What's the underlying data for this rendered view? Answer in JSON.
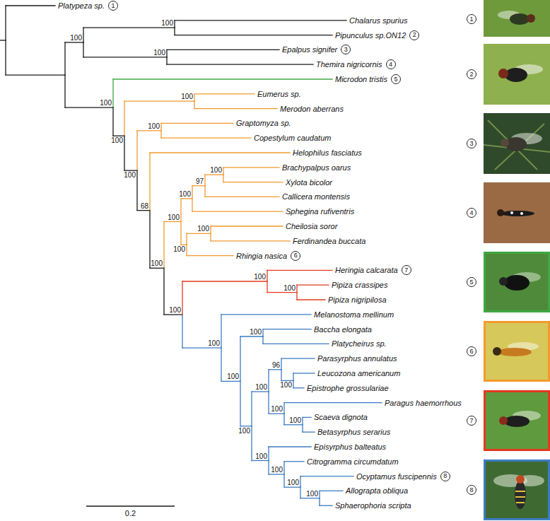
{
  "diagram": {
    "nodes": [
      {
        "text": [
          "1"
        ]
      },
      {
        "text": [
          "1"
        ]
      },
      {
        "text": [
          "2"
        ]
      },
      {
        "text": [
          "3"
        ]
      },
      {
        "text": [
          "4"
        ]
      },
      {
        "text": [
          "2"
        ]
      },
      {
        "text": [
          "5"
        ]
      },
      {
        "text": [
          "3"
        ]
      },
      {
        "text": [
          "4"
        ]
      },
      {
        "text": [
          "6"
        ]
      },
      {
        "text": [
          "7"
        ]
      },
      {
        "text": [
          "5"
        ]
      },
      {
        "text": [
          "6"
        ]
      },
      {
        "text": [
          "7"
        ]
      },
      {
        "text": [
          "8"
        ]
      },
      {
        "text": [
          "8"
        ]
      }
    ],
    "labels": [
      "Platypeza sp.",
      "Chalarus spurius",
      "Pipunculus sp.ON12",
      "Epalpus signifer",
      "Themira nigricornis",
      "Microdon tristis",
      "Eumerus sp.",
      "Merodon aberrans",
      "Graptomyza sp.",
      "Copestylum caudatum",
      "Helophilus fasciatus",
      "Brachypalpus oarus",
      "Xylota bicolor",
      "Callicera montensis",
      "Sphegina rufiventris",
      "Cheilosia soror",
      "Ferdinandea buccata",
      "Rhingia nasica",
      "Heringia calcarata",
      "Pipiza crassipes",
      "Pipiza nigripilosa",
      "Melanostoma mellinum",
      "Baccha elongata",
      "Platycheirus sp.",
      "Parasyrphus annulatus",
      "Leucozona americanum",
      "Epistrophe grossulariae",
      "Paragus haemorrhous",
      "Scaeva dignota",
      "Betasyrphus serarius",
      "Episyrphus balteatus",
      "Citrogramma circumdatum",
      "Ocyptamus fuscipennis",
      "Allograpta obliqua",
      "Sphaerophoria scripta",
      "100",
      "100",
      "100",
      "100",
      "100",
      "100",
      "100",
      "100",
      "68",
      "100",
      "100",
      "100",
      "97",
      "100",
      "100",
      "100",
      "100",
      "100",
      "100",
      "100",
      "100",
      "100",
      "100",
      "100",
      "96",
      "100",
      "100",
      "100",
      "100",
      "100",
      "100",
      "100",
      "0.2"
    ]
  }
}
